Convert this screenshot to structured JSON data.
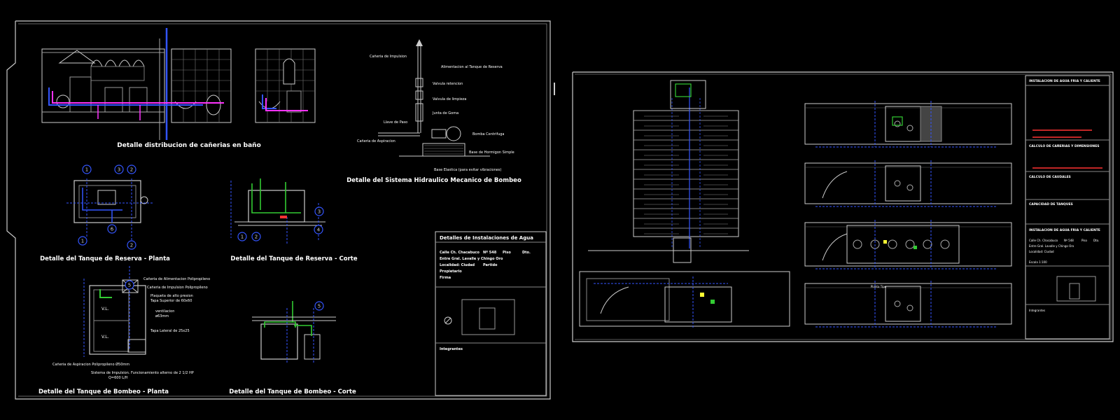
{
  "colors": {
    "background": "#000000",
    "frame": "#ffffff",
    "pipe_blue": "#3355ff",
    "pipe_magenta": "#ff33ff",
    "pipe_green": "#33cc33",
    "pipe_cyan": "#00ccff",
    "accent_red": "#ff3333",
    "accent_yellow": "#ffff33"
  },
  "sheet_left": {
    "titles": {
      "bath_distribution": "Detalle distribucion de cañerias en baño",
      "hydraulic_system": "Detalle del Sistema Hidraulico Mecanico de Bombeo",
      "reserve_tank_plan": "Detalle del Tanque de Reserva - Planta",
      "reserve_tank_section": "Detalle del Tanque de Reserva - Corte",
      "pump_tank_plan": "Detalle del Tanque de Bombeo - Planta",
      "pump_tank_section": "Detalle del Tanque de Bombeo - Corte"
    },
    "pump_labels": {
      "impulsion_pipe": "Cañeria de Impulsion",
      "tank_feed": "Alimentacion al Tanque de Reserva",
      "check_valve": "Valvula retencion",
      "gate_valve": "Valvula de limpieza",
      "rubber_joint": "Junta de Goma",
      "pass_key": "Llave de Paso",
      "suction_pipe": "Cañeria de Aspiracion",
      "centrifugal_pump": "Bomba Centrifuga",
      "concrete_base": "Base de Hormigon Simple",
      "rubber_base": "Base Elastica (para evitar vibraciones)"
    },
    "pump_tank_plan_labels": {
      "feed_pipe": "Cañeria de Alimentacion Polipropileno",
      "impulsion_pipe": "Cañeria de Impulsion Polipropileno",
      "lid_label": "Plaqueta de alto presion",
      "top_lid": "Tapa Superior de 60x60",
      "ventilation": "ventilacion",
      "ventilation_size": "ø63mm",
      "side_lid": "Tapa Lateral de 25x25",
      "suction_pipe": "Cañeria de Aspiracion Polipropileno Ø50mm",
      "pump_system": "Sistema de Impulsion. Funcionamiento alterno de 2 1/2 HP",
      "pump_flow": "Q=600 L/H",
      "vl": "V.L."
    },
    "title_block": {
      "heading": "Detalles de Instalaciones de Agua",
      "row1": "Calle Ch. Chacabuco",
      "row1_num": "Nº 548",
      "row1_a": "Piso",
      "row1_b": "Dto.",
      "row2": "Entre Gral. Lavalle y Chingo Oro",
      "row3": "Localidad: Ciudad",
      "row3_b": "Partido",
      "row4": "Propietario",
      "row5": "Firma",
      "signature": "Integrantes"
    },
    "callouts": [
      "1",
      "2",
      "3",
      "4",
      "5",
      "6"
    ]
  },
  "sheet_right": {
    "floor_label": "Planta Tipo",
    "title_block": {
      "heading": "INSTALACION DE AGUA FRIA Y CALIENTE",
      "section_calc": "CALCULO DE CAUDALES",
      "section_pipes": "CALCULO DE CAÑERIAS Y DIMENSIONES",
      "section_tanks": "CAPACIDAD DE TANQUES",
      "row1": "Calle Ch. Chacabuco",
      "row1_num": "Nº 548",
      "row1_a": "Piso",
      "row1_b": "Dto.",
      "row2": "Entre Gral. Lavalle y Chingo Oro",
      "row3": "Localidad: Ciudad",
      "row4": "Escala 1:100",
      "signature": "Integrantes"
    }
  }
}
